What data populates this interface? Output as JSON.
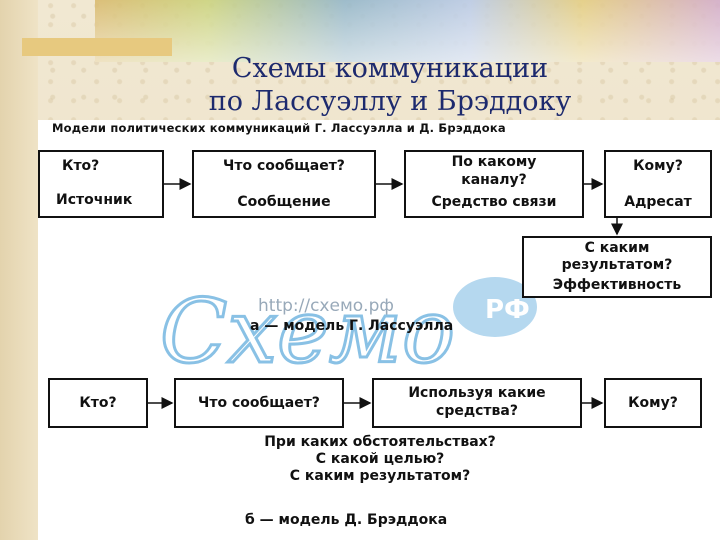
{
  "title": {
    "line1": "Схемы коммуникации",
    "line2": "по Лассуэллу и Брэддоку"
  },
  "figure_caption": "Модели политических коммуникаций Г. Лассуэлла и Д. Брэддока",
  "lasswell": {
    "boxes": [
      {
        "q": "Кто?",
        "a": "Источник"
      },
      {
        "q": "Что сообщает?",
        "a": "Сообщение"
      },
      {
        "q1": "По какому",
        "q2": "каналу?",
        "a": "Средство связи"
      },
      {
        "q": "Кому?",
        "a": "Адресат"
      },
      {
        "q1": "С каким",
        "q2": "результатом?",
        "a": "Эффективность"
      }
    ],
    "caption": "а — модель Г. Лассуэлла"
  },
  "braddock": {
    "boxes": [
      {
        "label": "Кто?"
      },
      {
        "label": "Что сообщает?"
      },
      {
        "line1": "Используя какие",
        "line2": "средства?"
      },
      {
        "label": "Кому?"
      }
    ],
    "questions": [
      "При каких обстоятельствах?",
      "С какой целью?",
      "С каким результатом?"
    ],
    "caption": "б — модель Д. Брэддока"
  },
  "watermark": {
    "url": "http://схемо.рф",
    "logo_text": "Схемо",
    "badge": "РФ"
  },
  "colors": {
    "title": "#1d2a6e",
    "watermark": "#2a8fd0"
  }
}
